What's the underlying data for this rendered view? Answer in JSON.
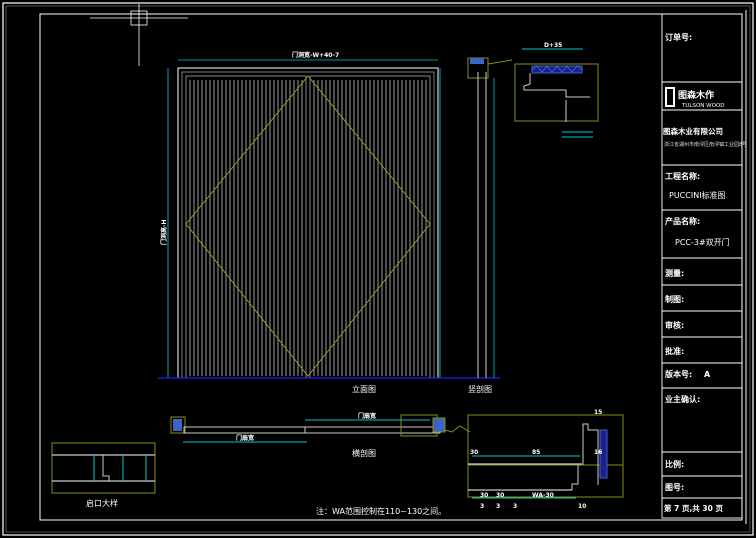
{
  "colors": {
    "background": "#000000",
    "frame": "#ffffff",
    "dimension": "#00c8d2",
    "outline": "#8c8c14",
    "ground": "#1e1eff",
    "glass": "#3c64c8"
  },
  "drawing": {
    "views": {
      "elevation": "立面图",
      "vertical_section": "竖剖图",
      "horizontal_section": "横剖图",
      "opening_detail": "启口大样"
    },
    "dimensions": {
      "door_width": "门洞宽-W+40-7",
      "door_height": "门洞高-H",
      "leaf_width": "门扇宽",
      "detail_top": [
        "D+35",
        "30"
      ],
      "detail_bottom": [
        "30",
        "30",
        "WA-30",
        "10"
      ],
      "detail_ticks": [
        "3",
        "3",
        "3",
        "15",
        "16",
        "85"
      ]
    },
    "note": "注：WA范围控制在110~130之间。"
  },
  "title_block": {
    "order_no": "订单号:",
    "logo_cn": "图森木作",
    "logo_en": "TULSON WOOD",
    "company": "图森木业有限公司",
    "address": "浙江省湖州市南浔区南浔镇工业园8号",
    "project_label": "工程名称:",
    "project_value": "PUCCINI标准图",
    "product_label": "产品名称:",
    "product_value": "PCC-3#双开门",
    "survey": "测量:",
    "draw": "制图:",
    "review": "审核:",
    "approve": "批准:",
    "version_label": "版本号:",
    "version_value": "A",
    "owner_confirm": "业主确认:",
    "scale": "比例:",
    "drawing_no": "图号:",
    "page": "第 7 页,共 30 页"
  }
}
